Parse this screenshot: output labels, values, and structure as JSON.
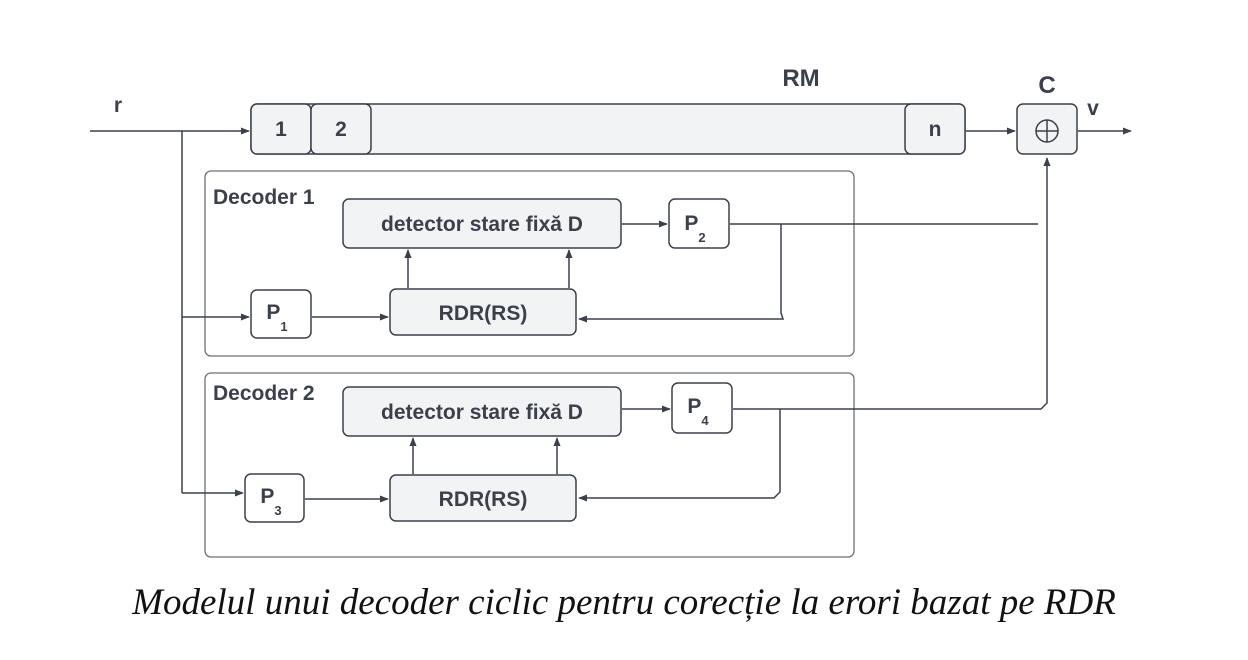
{
  "input_label": "r",
  "output_label": "v",
  "register": {
    "title": "RM",
    "cells": [
      "1",
      "2",
      "n"
    ]
  },
  "combiner": {
    "title": "C",
    "symbol": "⊕"
  },
  "decoders": [
    {
      "title": "Decoder 1",
      "detector": "detector stare fixă D",
      "rdr": "RDR(RS)",
      "in_box": {
        "letter": "P",
        "sub": "1"
      },
      "out_box": {
        "letter": "P",
        "sub": "2"
      }
    },
    {
      "title": "Decoder 2",
      "detector": "detector stare fixă D",
      "rdr": "RDR(RS)",
      "in_box": {
        "letter": "P",
        "sub": "3"
      },
      "out_box": {
        "letter": "P",
        "sub": "4"
      }
    }
  ],
  "caption": "Modelul unui decoder ciclic pentru corecție la erori bazat pe RDR"
}
